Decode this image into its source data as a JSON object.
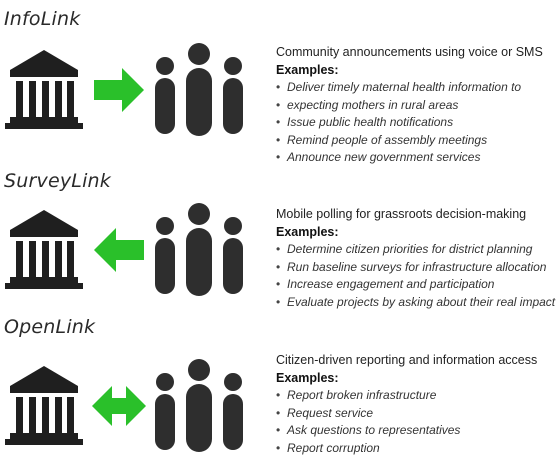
{
  "colors": {
    "arrow": "#2ac02a",
    "building": "#1f1f1f",
    "people": "#2e2e2e",
    "text": "#222222"
  },
  "sections": [
    {
      "title": "InfoLink",
      "arrow_direction": "right",
      "icons": [
        "government-building-icon",
        "people-group-icon",
        "arrow-right-icon"
      ],
      "headline": "Community announcements using voice or SMS",
      "examples_label": "Examples:",
      "examples": [
        "Deliver timely maternal health information to",
        "expecting mothers in rural areas",
        "Issue public health notifications",
        "Remind people of assembly meetings",
        "Announce new government services"
      ]
    },
    {
      "title": "SurveyLink",
      "arrow_direction": "left",
      "icons": [
        "government-building-icon",
        "people-group-icon",
        "arrow-left-icon"
      ],
      "headline": "Mobile polling for grassroots decision-making",
      "examples_label": "Examples:",
      "examples": [
        "Determine citizen priorities for district planning",
        "Run baseline surveys for infrastructure allocation",
        "Increase engagement and participation",
        "Evaluate projects by asking about their real impact"
      ]
    },
    {
      "title": "OpenLink",
      "arrow_direction": "both",
      "icons": [
        "government-building-icon",
        "people-group-icon",
        "double-arrow-icon"
      ],
      "headline": "Citizen-driven reporting and information access",
      "examples_label": "Examples:",
      "examples": [
        "Report broken infrastructure",
        "Request service",
        "Ask questions to representatives",
        "Report corruption"
      ]
    }
  ]
}
